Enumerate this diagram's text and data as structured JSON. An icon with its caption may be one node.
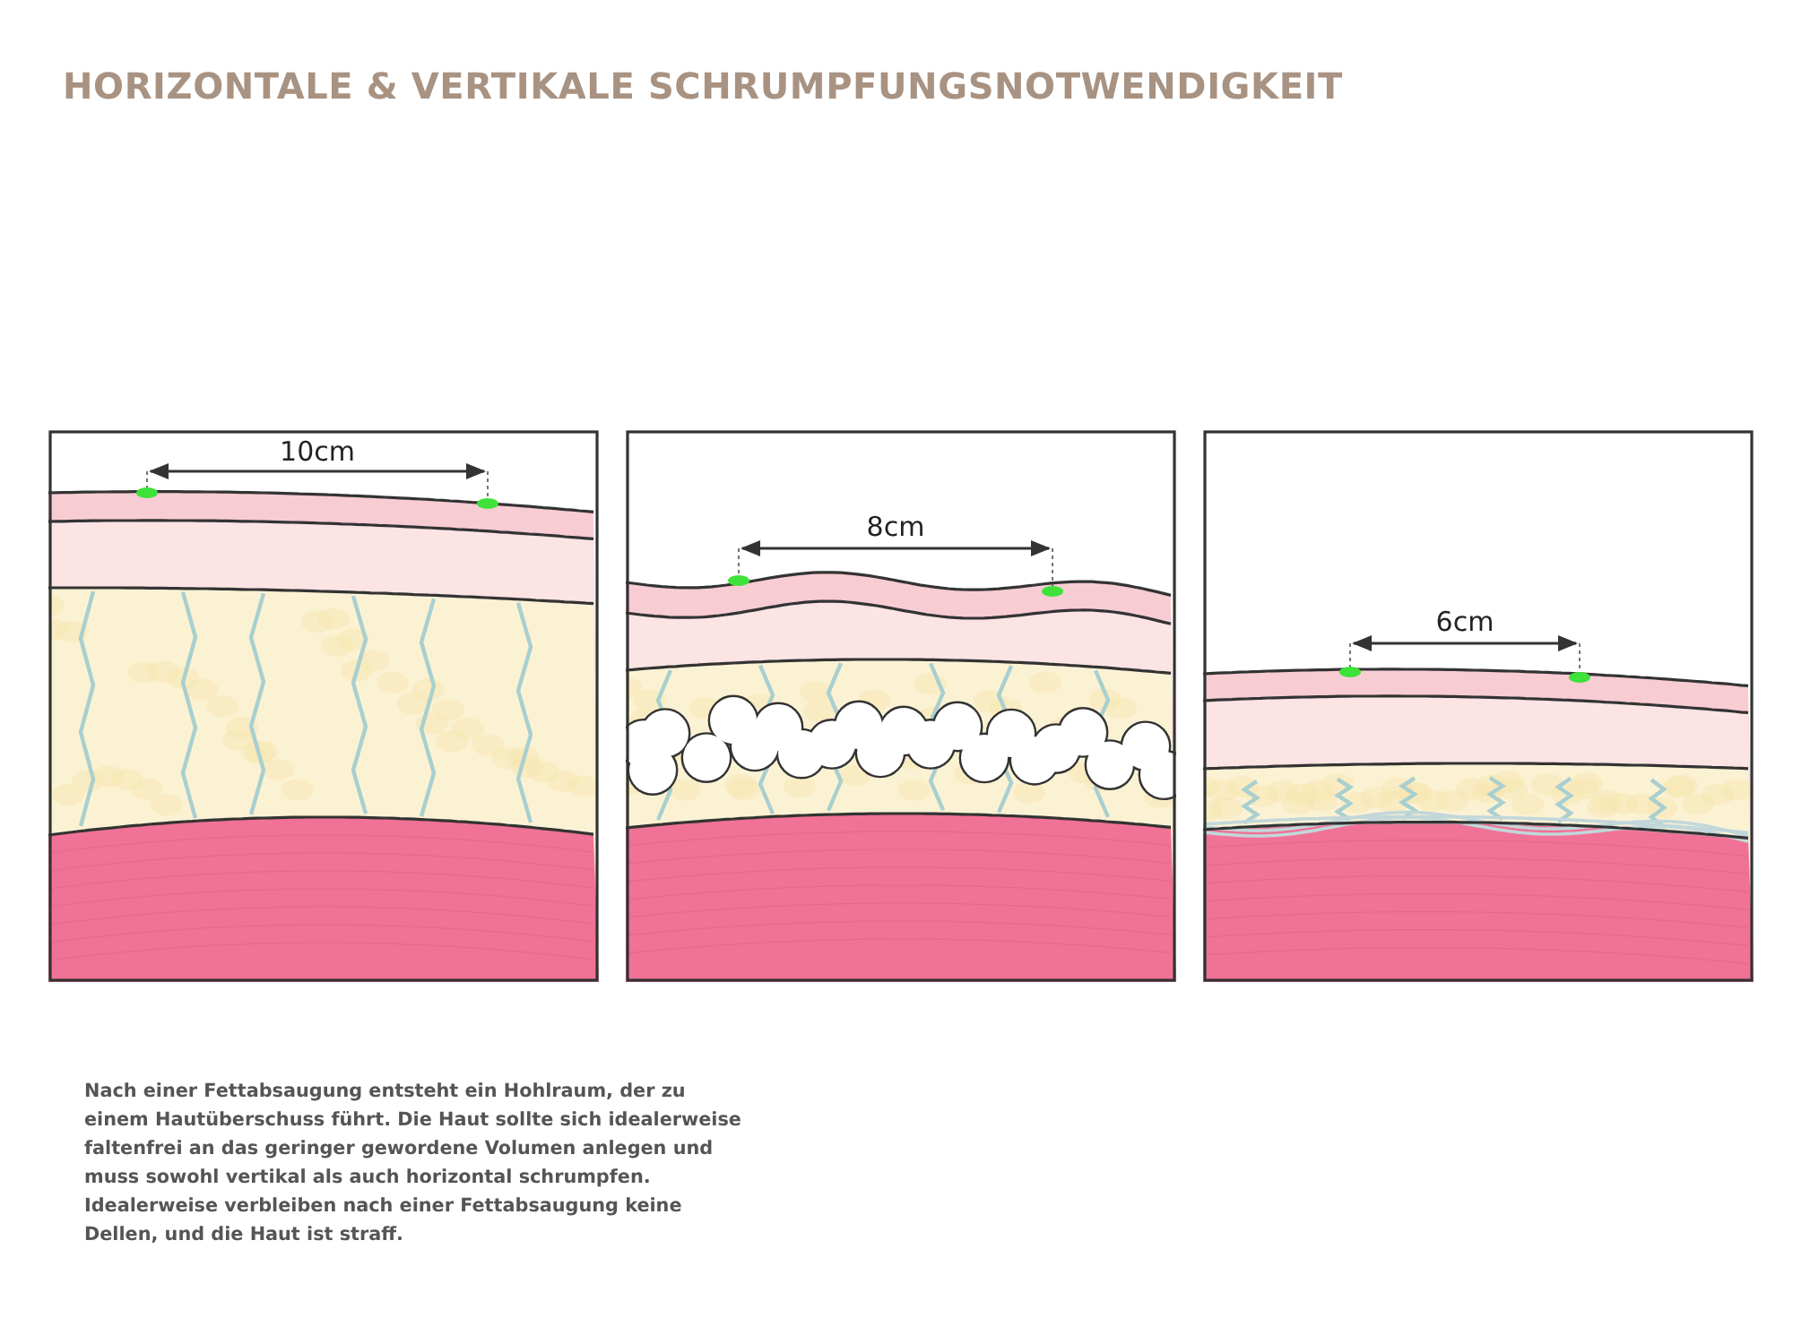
{
  "diagram": {
    "title": "HORIZONTALE & VERTIKALE SCHRUMPFUNGSNOTWENDIGKEIT",
    "caption": "Nach einer Fettabsaugung entsteht ein Hohlraum, der zu einem Hautüberschuss führt. Die Haut sollte sich idealerweise faltenfrei an das geringer gewordene Volumen anlegen und muss sowohl vertikal als auch horizontal schrumpfen. Idealerweise verbleiben nach einer Fettabsaugung keine Dellen, und die Haut ist straff.",
    "labels": [
      "10cm",
      "8cm",
      "6cm"
    ]
  }
}
